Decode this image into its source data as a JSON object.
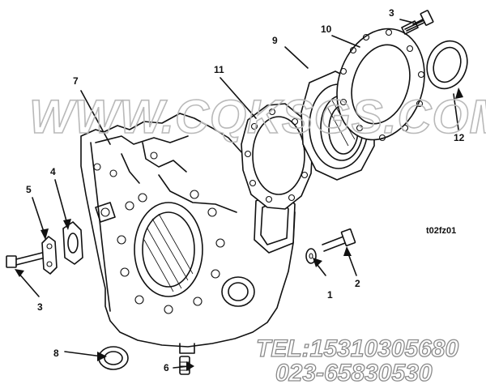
{
  "diagram": {
    "callouts": [
      {
        "id": "c1",
        "label": "1"
      },
      {
        "id": "c2",
        "label": "2"
      },
      {
        "id": "c3a",
        "label": "3"
      },
      {
        "id": "c3b",
        "label": "3"
      },
      {
        "id": "c4",
        "label": "4"
      },
      {
        "id": "c5",
        "label": "5"
      },
      {
        "id": "c6",
        "label": "6"
      },
      {
        "id": "c7",
        "label": "7"
      },
      {
        "id": "c8",
        "label": "8"
      },
      {
        "id": "c9",
        "label": "9"
      },
      {
        "id": "c10",
        "label": "10"
      },
      {
        "id": "c11",
        "label": "11"
      },
      {
        "id": "c12",
        "label": "12"
      }
    ],
    "part_reference": "t02fz01"
  },
  "watermark": {
    "url": "WWW.CQKSGS.COM",
    "tel": "TEL:15310305680",
    "phone": "023-65830530"
  }
}
